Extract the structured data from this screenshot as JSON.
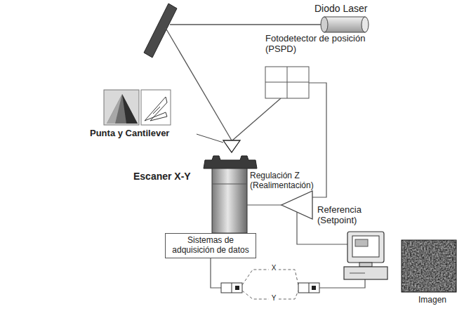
{
  "diagram": {
    "nodes": [
      {
        "text": [
          "Sistemas de adquisición de datos"
        ]
      }
    ],
    "labels": [
      "Diodo Laser",
      "Fotodetector de posición (PSPD)",
      "Punta y Cantilever",
      "Escaner X-Y",
      "Regulación Z (Realimentación)",
      "Referencia (Setpoint)",
      "X",
      "Y",
      "Imagen"
    ]
  }
}
